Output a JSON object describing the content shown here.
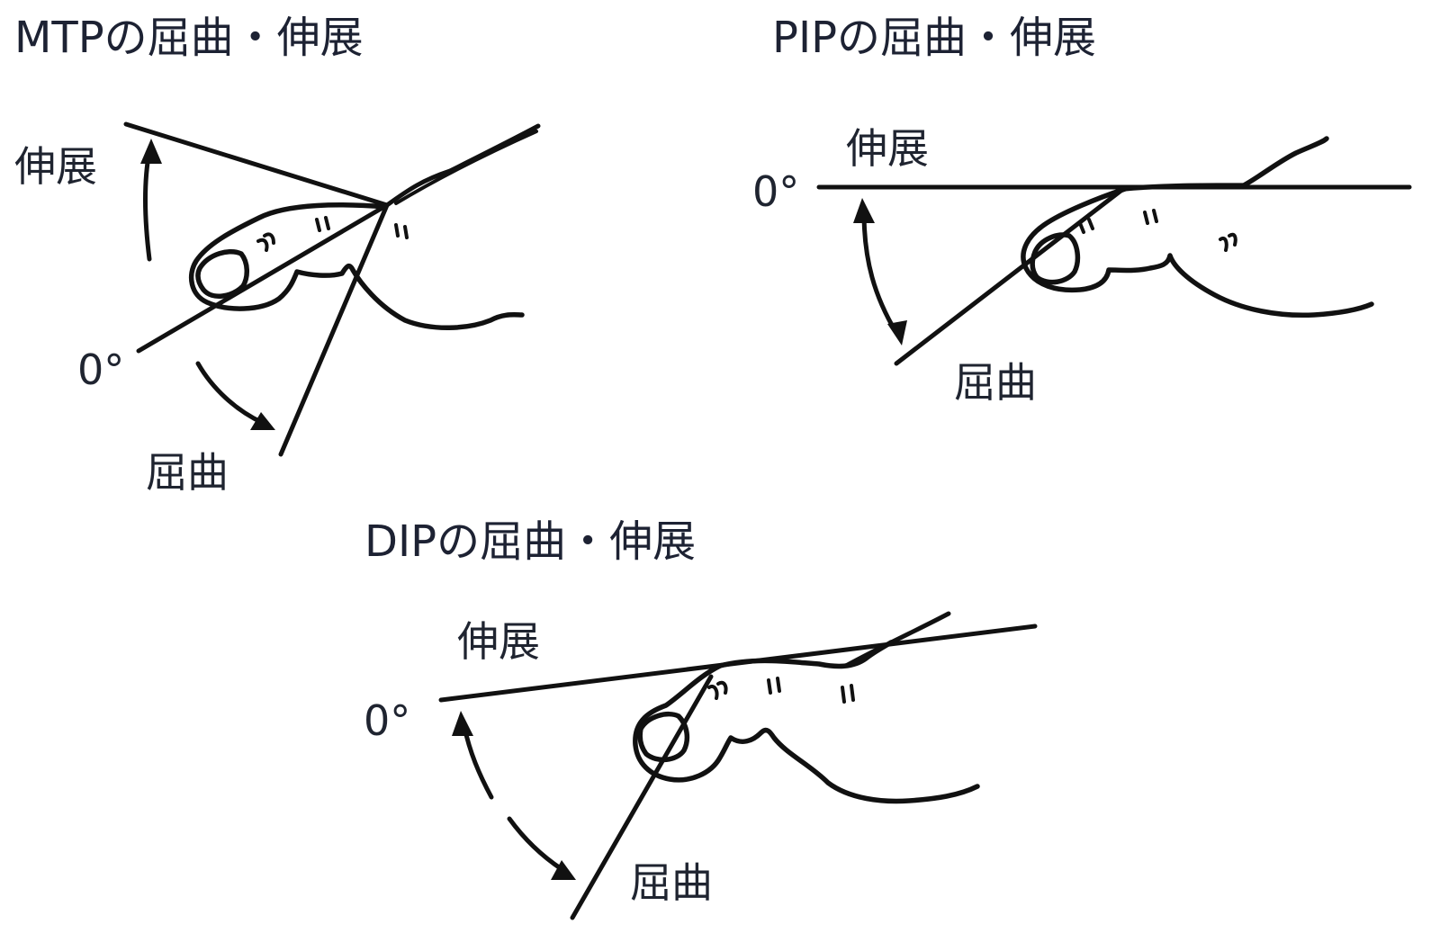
{
  "panels": {
    "mtp": {
      "title": "MTPの屈曲・伸展",
      "extension_label": "伸展",
      "zero_label": "0°",
      "flexion_label": "屈曲"
    },
    "pip": {
      "title": "PIPの屈曲・伸展",
      "extension_label": "伸展",
      "zero_label": "0°",
      "flexion_label": "屈曲"
    },
    "dip": {
      "title": "DIPの屈曲・伸展",
      "extension_label": "伸展",
      "zero_label": "0°",
      "flexion_label": "屈曲"
    }
  },
  "colors": {
    "ink": "#111111",
    "text": "#1f2430",
    "background": "#ffffff"
  }
}
